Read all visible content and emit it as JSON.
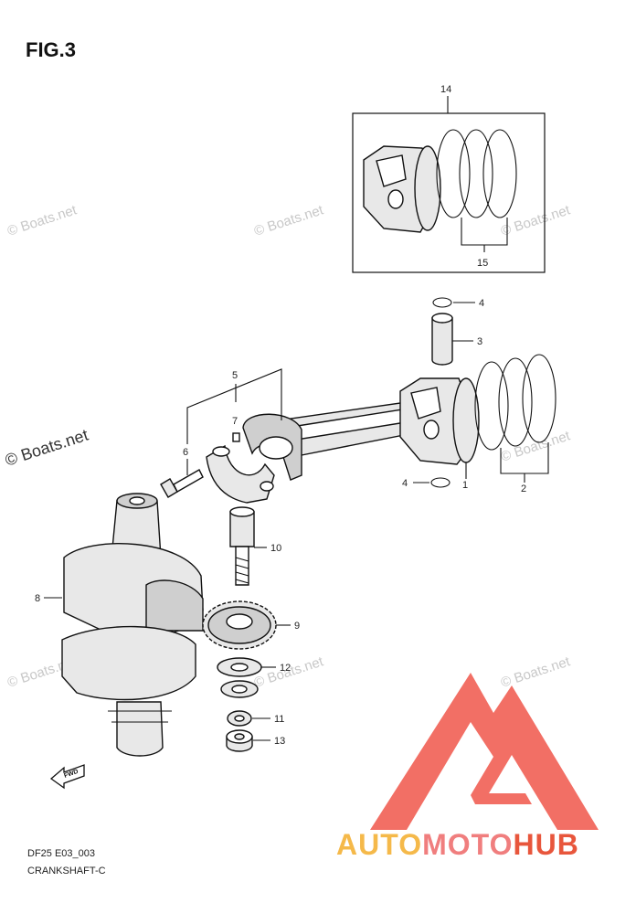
{
  "figure_title": "FIG.3",
  "caption_code": "DF25 E03_003",
  "caption_name": "CRANKSHAFT-C",
  "fwd_label": "FWD",
  "watermark_text": "© Boats.net",
  "brand": {
    "part1": "AUTO",
    "part2": "MOTO",
    "part3": "HUB",
    "color1": "#f5b94a",
    "color2": "#f07e7e",
    "color3": "#e8563c"
  },
  "logo_color": "#f0564a",
  "callouts": {
    "c1": "1",
    "c2": "2",
    "c3": "3",
    "c4a": "4",
    "c4b": "4",
    "c5": "5",
    "c6": "6",
    "c7": "7",
    "c8": "8",
    "c9": "9",
    "c10": "10",
    "c11": "11",
    "c12": "12",
    "c13": "13",
    "c14": "14",
    "c15": "15"
  }
}
